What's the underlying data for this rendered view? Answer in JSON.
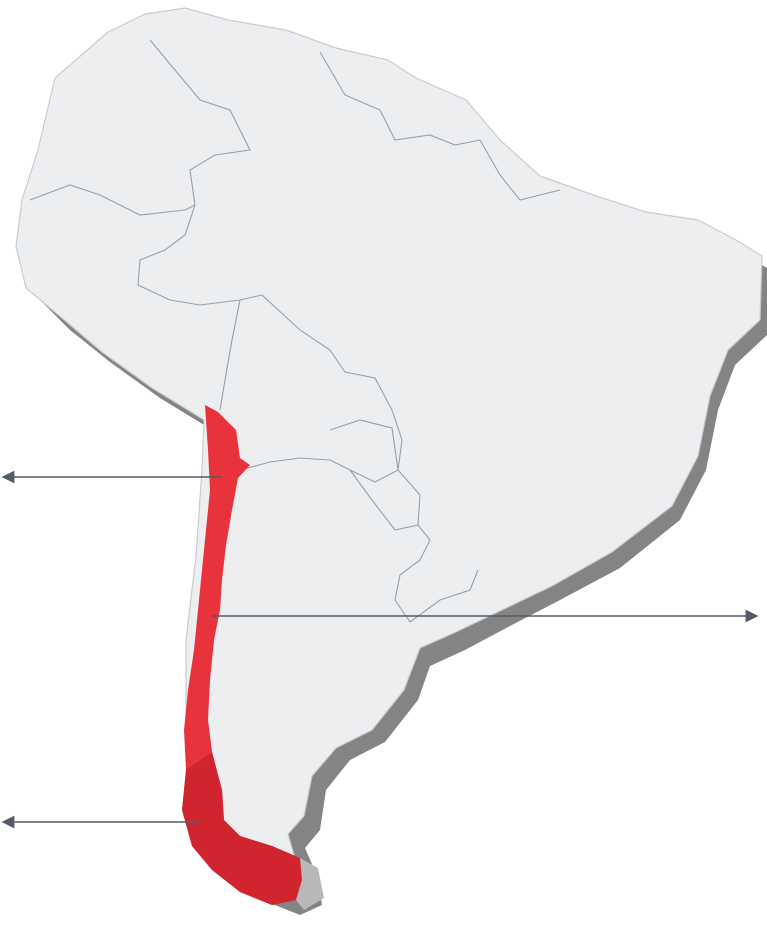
{
  "map": {
    "colors": {
      "land": "#eceef0",
      "land_shadow": "#6f6f6f",
      "border": "#9aa0a6",
      "highlight_country": "#e8323c",
      "highlight_dark": "#c9202b",
      "pointer": "#545b66",
      "background": "#ffffff"
    },
    "highlighted_region": "chile",
    "pointers": [
      {
        "name": "pointer-north",
        "direction": "left"
      },
      {
        "name": "pointer-center",
        "direction": "right"
      },
      {
        "name": "pointer-south",
        "direction": "left"
      }
    ]
  }
}
